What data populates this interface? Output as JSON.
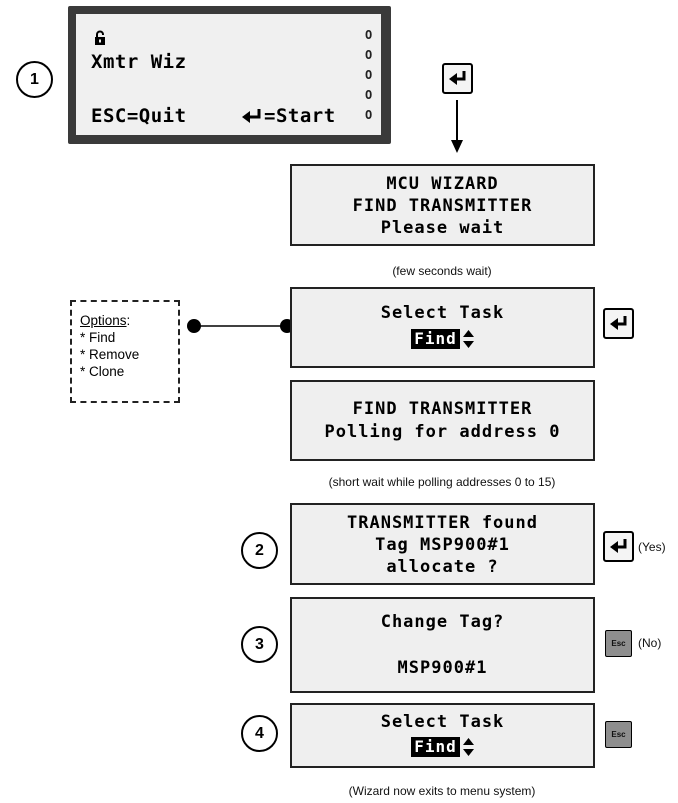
{
  "device": {
    "lock_icon": "padlock-icon",
    "title": "Xmtr Wiz",
    "esc_label": "ESC=Quit",
    "start_label": "=Start",
    "leds": [
      "O",
      "O",
      "O",
      "O",
      "O"
    ]
  },
  "step_numbers": [
    "1",
    "2",
    "3",
    "4"
  ],
  "screens": {
    "wizard": {
      "line1": "MCU WIZARD",
      "line2": "FIND TRANSMITTER",
      "line3": "Please wait"
    },
    "select_task_1": {
      "line1": "Select Task",
      "option": "Find"
    },
    "polling": {
      "line1": "FIND TRANSMITTER",
      "line2": "Polling for address 0"
    },
    "found": {
      "line1": "TRANSMITTER found",
      "line2": "Tag MSP900#1",
      "line3": "allocate ?"
    },
    "change_tag": {
      "line1": "Change Tag?",
      "line2": "MSP900#1"
    },
    "select_task_2": {
      "line1": "Select Task",
      "option": "Find"
    }
  },
  "captions": {
    "few_seconds": "(few seconds wait)",
    "short_wait": "(short wait while polling addresses 0 to 15)",
    "exit": "(Wizard now exits to menu system)"
  },
  "options": {
    "title": "Options",
    "colon": ":",
    "items": [
      "* Find",
      "* Remove",
      "* Clone"
    ]
  },
  "keys": {
    "esc_label": "Esc",
    "yes": "(Yes)",
    "no": "(No)"
  },
  "icons": {
    "enter": "enter-key-icon",
    "esc": "esc-key-icon",
    "updown": "up-down-arrow-icon"
  }
}
